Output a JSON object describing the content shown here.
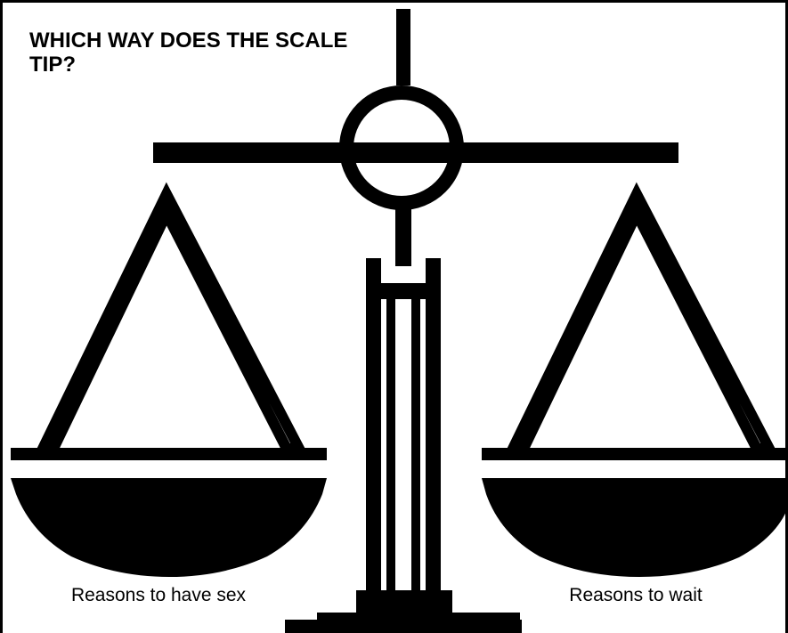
{
  "title": "WHICH WAY DOES THE SCALE TIP?",
  "left_pan_label": "Reasons to have sex",
  "right_pan_label": "Reasons to wait",
  "colors": {
    "ink": "#000000",
    "background": "#ffffff"
  },
  "icons": {
    "scale": "balance-scale-icon"
  }
}
